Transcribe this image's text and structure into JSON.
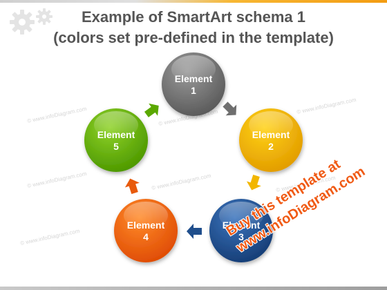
{
  "title": {
    "line1": "Example of SmartArt schema 1",
    "line2": "(colors set pre-defined in the template)"
  },
  "nodes": [
    {
      "label": "Element",
      "number": "1",
      "color": "#6e6e6e",
      "light": "#a9a9a9"
    },
    {
      "label": "Element",
      "number": "2",
      "color": "#e8a800",
      "light": "#ffe15a"
    },
    {
      "label": "Element",
      "number": "3",
      "color": "#1f4e8c",
      "light": "#5a8fd0"
    },
    {
      "label": "Element",
      "number": "4",
      "color": "#e85a0c",
      "light": "#ff9a4a"
    },
    {
      "label": "Element",
      "number": "5",
      "color": "#5aa800",
      "light": "#a5e05a"
    }
  ],
  "watermark": "© www.infoDiagram.com",
  "promo": {
    "line1": "Buy this template at",
    "line2": "www.infoDiagram.com",
    "color": "#f05a14"
  }
}
